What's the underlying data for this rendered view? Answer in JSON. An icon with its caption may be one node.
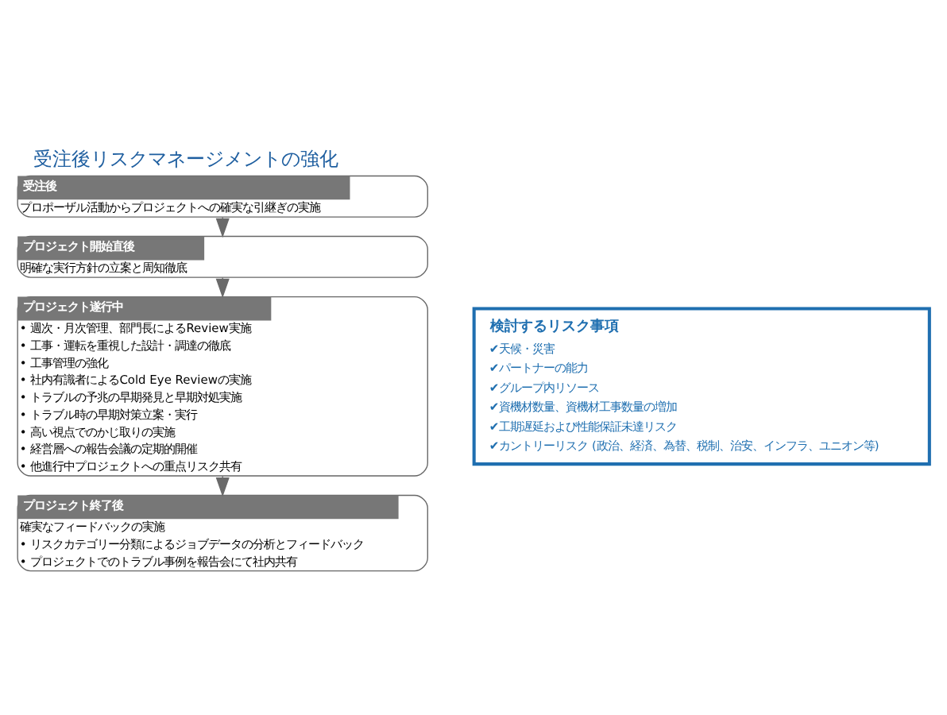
{
  "diagram": {
    "title": "受注後リスクマネージメントの強化",
    "nodes": [
      {
        "text": [
          "受注後",
          "プロポーザル活動からプロジェクトへの確実な引継ぎの実施"
        ]
      },
      {
        "text": [
          "プロジェクト開始直後",
          "明確な実行方針の立案と周知徹底"
        ]
      },
      {
        "text": [
          "プロジェクト遂行中",
          "• 週次・月次管理、部門長によるReview実施",
          "• 工事・運転を重視した設計・調達の徹底",
          "• 工事管理の強化",
          "• 社内有識者によるCold Eye Reviewの実施",
          "• トラブルの予兆の早期発見と早期対処実施",
          "• トラブル時の早期対策立案・実行",
          "• 高い視点でのかじ取りの実施",
          "• 経営層への報告会議の定期的開催",
          "• 他進行中プロジェクトへの重点リスク共有"
        ]
      },
      {
        "text": [
          "プロジェクト終了後",
          "確実なフィードバックの実施",
          "• リスクカテゴリー分類によるジョブデータの分析とフィードバック",
          "• プロジェクトでのトラブル事例を報告会にて社内共有"
        ]
      },
      {
        "text": [
          "検討するリスク事項",
          "✔天候・災害",
          "✔パートナーの能力",
          "✔グループ内リソース",
          "✔資機材数量、資機材工事数量の増加",
          "✔工期遅延および性能保証未達リスク",
          "✔カントリーリスク (政治、経済、為替、税制、治安、インフラ、ユニオン等)"
        ]
      }
    ],
    "edges": [
      {
        "from": 0,
        "to": 1,
        "arrow": "to"
      },
      {
        "from": 1,
        "to": 2,
        "arrow": "to"
      },
      {
        "from": 2,
        "to": 3,
        "arrow": "to"
      }
    ]
  }
}
